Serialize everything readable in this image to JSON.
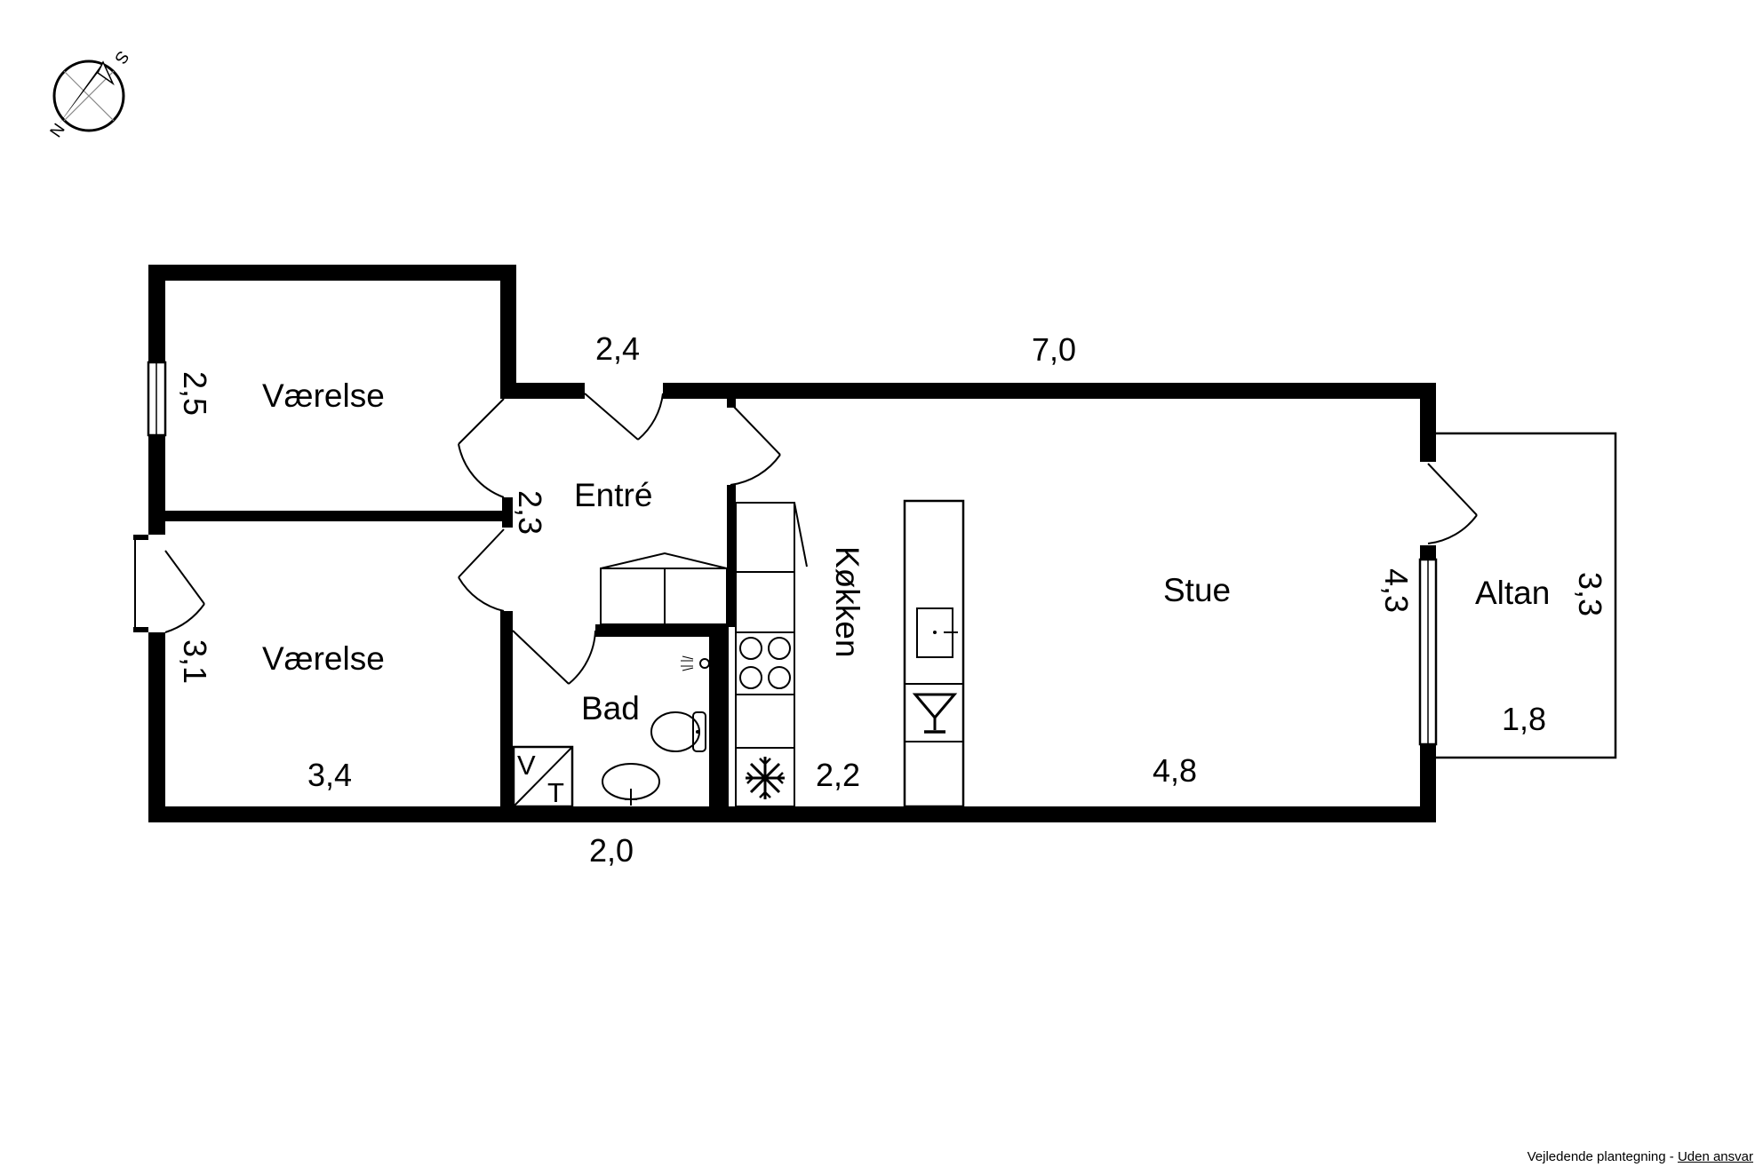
{
  "rooms": {
    "vaerelse_top": "Værelse",
    "vaerelse_bottom": "Værelse",
    "entre": "Entré",
    "bad": "Bad",
    "kokken": "Køkken",
    "stue": "Stue",
    "altan": "Altan"
  },
  "dimensions": {
    "vaerelse_top_depth": "2,5",
    "vaerelse_bottom_depth": "3,1",
    "vaerelse_width": "3,4",
    "entre_width": "2,4",
    "entre_depth": "2,3",
    "total_length": "7,0",
    "bad_width": "2,0",
    "kokken_width": "2,2",
    "stue_width": "4,8",
    "stue_depth": "4,3",
    "altan_depth": "3,3",
    "altan_width": "1,8"
  },
  "symbols": {
    "washer_v": "V",
    "washer_t": "T"
  },
  "compass": {
    "north": "N",
    "south": "S"
  },
  "footer": {
    "disclaimer": "Vejledende plantegning - ",
    "disclaimer_link": "Uden ansvar"
  }
}
